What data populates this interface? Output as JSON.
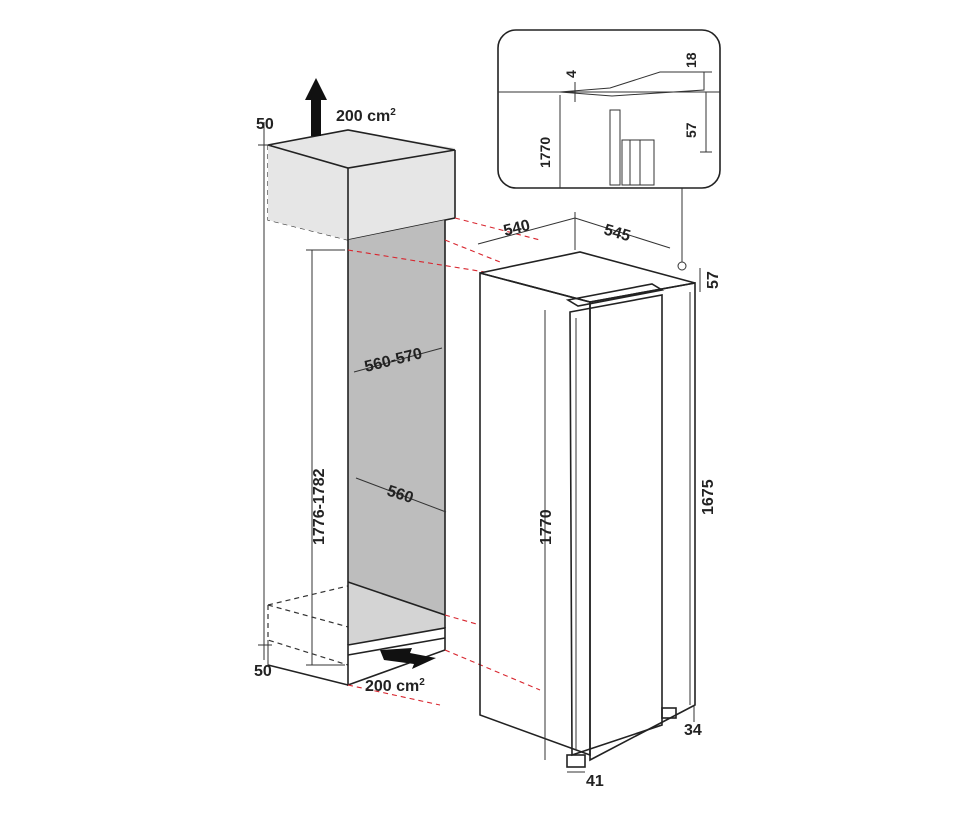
{
  "colors": {
    "line": "#222222",
    "cavity_fill": "#bdbdbd",
    "top_box_fill": "#e6e6e6",
    "red_guides": "#d8262f"
  },
  "icons": [
    "vent-up-arrow",
    "vent-in-arrow"
  ],
  "labels": {
    "top_vent_area": "200 cm",
    "top_vent_sup": "2",
    "top_gap": "50",
    "bottom_vent_area": "200 cm",
    "bottom_vent_sup": "2",
    "bottom_gap": "50",
    "niche_width_range": "560-570",
    "niche_depth": "560",
    "niche_height_range": "1776-1782",
    "appliance_width": "540",
    "appliance_depth": "545",
    "appliance_top_offset": "57",
    "appliance_height": "1770",
    "door_height": "1675",
    "base_height": "34",
    "base_depth": "41",
    "detail_gap_4": "4",
    "detail_gap_18": "18",
    "detail_gap_57": "57",
    "detail_height_1770": "1770"
  }
}
